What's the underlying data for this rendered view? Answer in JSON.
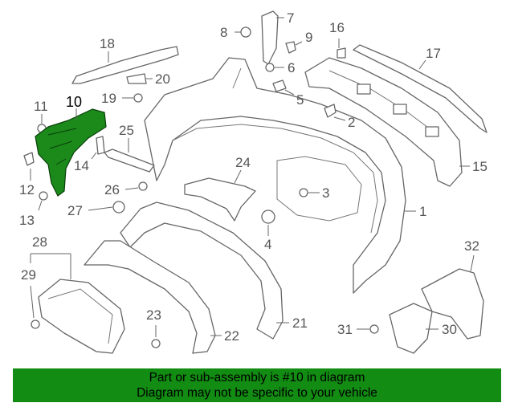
{
  "diagram": {
    "highlighted_part": "10",
    "callouts": [
      "1",
      "2",
      "3",
      "4",
      "5",
      "6",
      "7",
      "8",
      "9",
      "10",
      "11",
      "12",
      "13",
      "14",
      "15",
      "16",
      "17",
      "18",
      "19",
      "20",
      "21",
      "22",
      "23",
      "24",
      "25",
      "26",
      "27",
      "28",
      "29",
      "30",
      "31",
      "32"
    ],
    "highlight_color": "#1b8a1b"
  },
  "banner": {
    "line1": "Part or sub-assembly is #10 in diagram",
    "line2": "Diagram may not be specific to your vehicle",
    "background": "#128c12"
  }
}
